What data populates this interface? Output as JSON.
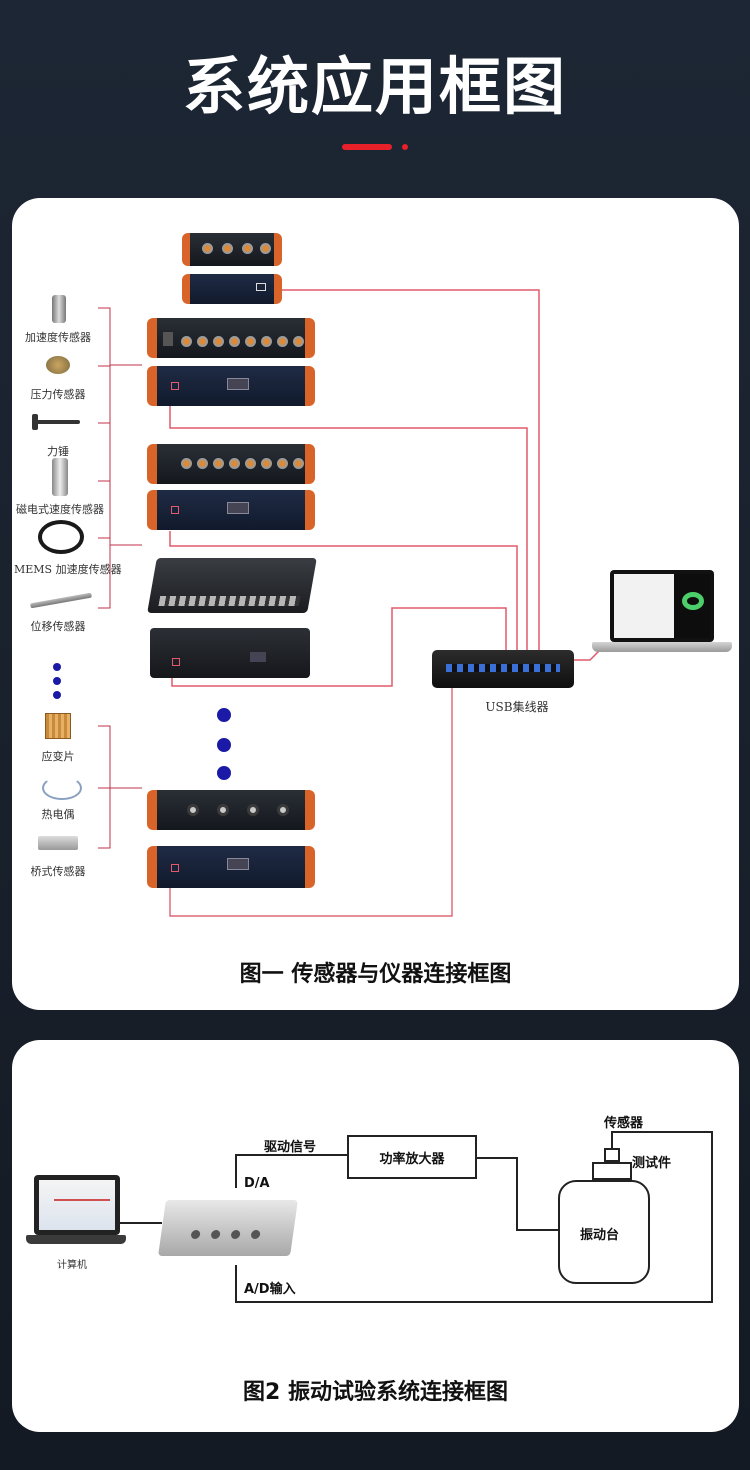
{
  "header": {
    "title": "系统应用框图"
  },
  "accent_color": "#e8202a",
  "figure1": {
    "caption": "图一 传感器与仪器连接框图",
    "sensors_group1": [
      "加速度传感器",
      "压力传感器",
      "力锤",
      "磁电式速度传感器",
      "MEMS 加速度传感器",
      "位移传感器"
    ],
    "sensors_group2": [
      "应变片",
      "热电偶",
      "桥式传感器"
    ],
    "hub_label": "USB集线器",
    "wire_color": "#e05a6a"
  },
  "figure2": {
    "caption": "图2 振动试验系统连接框图",
    "computer_label": "计算机",
    "drive_signal_label": "驱动信号",
    "da_label": "D/A",
    "ad_label": "A/D输入",
    "amplifier_label": "功率放大器",
    "sensor_label": "传感器",
    "test_piece_label": "测试件",
    "shaker_label": "振动台"
  }
}
